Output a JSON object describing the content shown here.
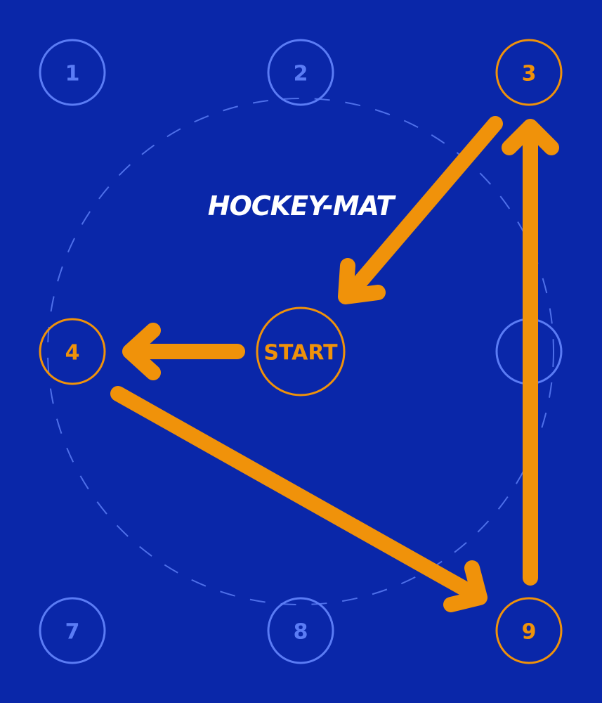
{
  "logo": "HOCKEY-MAT",
  "colors": {
    "background": "#0a27a9",
    "inactive": "#5b7cf5",
    "active": "#f0920a",
    "dashed": "#5b7cf5"
  },
  "stations": [
    {
      "id": "1",
      "label": "1",
      "active": false
    },
    {
      "id": "2",
      "label": "2",
      "active": false
    },
    {
      "id": "3",
      "label": "3",
      "active": true
    },
    {
      "id": "4",
      "label": "4",
      "active": true
    },
    {
      "id": "start",
      "label": "START",
      "active": true
    },
    {
      "id": "6",
      "label": "",
      "active": false
    },
    {
      "id": "7",
      "label": "7",
      "active": false
    },
    {
      "id": "8",
      "label": "8",
      "active": false
    },
    {
      "id": "9",
      "label": "9",
      "active": true
    }
  ],
  "route": [
    "start",
    "4",
    "9",
    "3",
    "start"
  ]
}
